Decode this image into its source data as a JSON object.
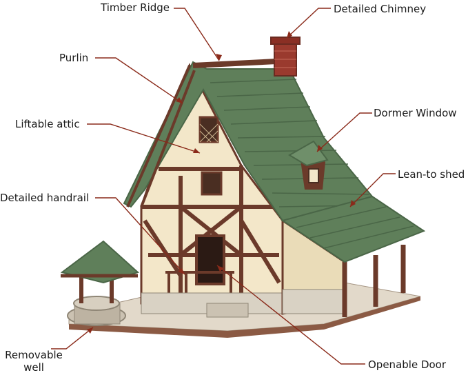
{
  "labels": {
    "timber_ridge": "Timber Ridge",
    "detailed_chimney": "Detailed Chimney",
    "purlin": "Purlin",
    "dormer_window": "Dormer Window",
    "liftable_attic": "Liftable attic",
    "lean_to_shed": "Lean-to shed",
    "detailed_handrail": "Detailed handrail",
    "removable_well_line1": "Removable",
    "removable_well_line2": "well",
    "openable_door": "Openable Door"
  },
  "colors": {
    "leader_line": "#8a2a1a",
    "roof": "#5f7f5a",
    "roof_dark": "#4a6647",
    "timber": "#6b3a2a",
    "plaster": "#f3e7c9",
    "stone": "#d9d2c4",
    "chimney": "#9a3a2e"
  }
}
